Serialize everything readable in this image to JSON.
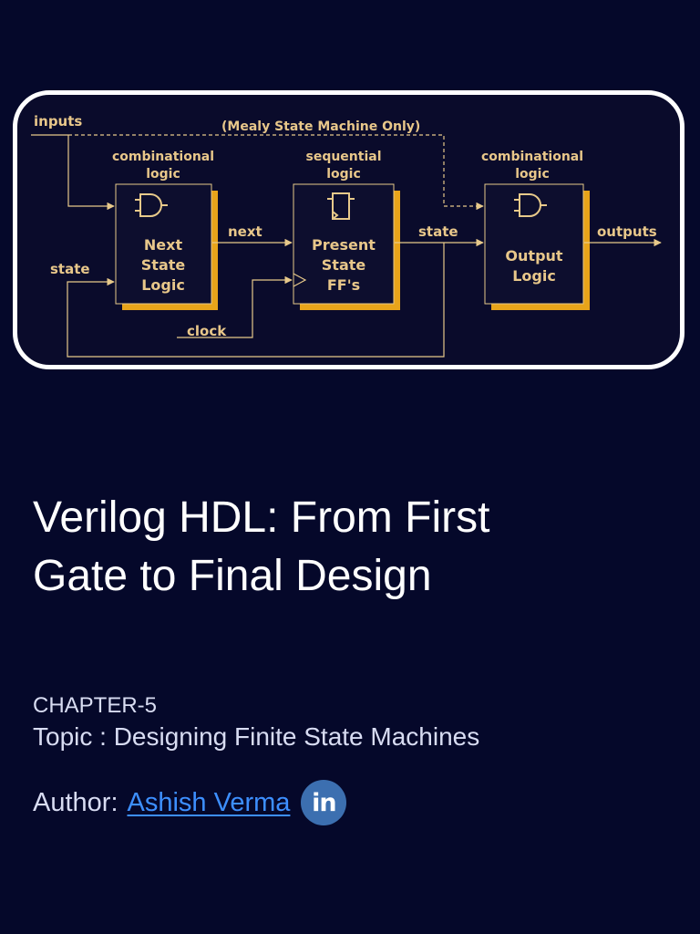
{
  "diagram": {
    "inputs_label": "inputs",
    "mealy_note": "(Mealy State Machine Only)",
    "comb_logic_1": [
      "combinational",
      "logic"
    ],
    "seq_logic": [
      "sequential",
      "logic"
    ],
    "comb_logic_2": [
      "combinational",
      "logic"
    ],
    "block_next_state": [
      "Next",
      "State",
      "Logic"
    ],
    "block_present_state": [
      "Present",
      "State",
      "FF's"
    ],
    "block_output_logic": [
      "Output",
      "Logic"
    ],
    "signal_next": "next",
    "signal_state_out": "state",
    "signal_outputs": "outputs",
    "signal_state_feedback": "state",
    "signal_clock": "clock",
    "colors": {
      "wire": "#e7c98a",
      "block_shadow": "#e8a41a",
      "block_fill": "#0d0e2e",
      "label": "#e8c78a"
    }
  },
  "cover": {
    "title_line1": "Verilog HDL: From First",
    "title_line2": "Gate to Final Design",
    "chapter": "CHAPTER-5",
    "topic": "Topic : Designing Finite State Machines",
    "author_label": "Author:",
    "author_name": "Ashish Verma",
    "linkedin_badge": "in",
    "linkedin_icon": "linkedin-icon"
  }
}
